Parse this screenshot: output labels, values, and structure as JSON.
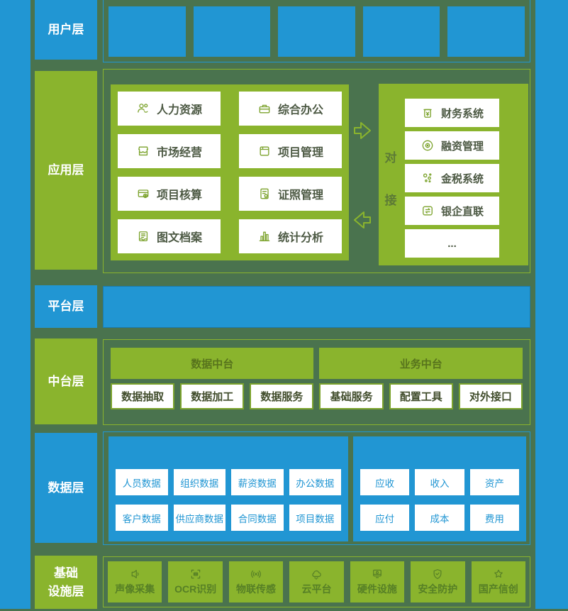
{
  "colors": {
    "blue": "#2196d3",
    "green": "#8ab42d",
    "dark_green": "#4a734e",
    "white": "#ffffff"
  },
  "layers": [
    {
      "id": "user",
      "label": "用户层",
      "box_count": 5
    },
    {
      "id": "app",
      "label": "应用层",
      "modules": [
        {
          "icon": "people-icon",
          "label": "人力资源"
        },
        {
          "icon": "office-icon",
          "label": "综合办公"
        },
        {
          "icon": "market-icon",
          "label": "市场经营"
        },
        {
          "icon": "project-icon",
          "label": "项目管理"
        },
        {
          "icon": "accounting-icon",
          "label": "项目核算"
        },
        {
          "icon": "certificate-icon",
          "label": "证照管理"
        },
        {
          "icon": "archive-icon",
          "label": "图文档案"
        },
        {
          "icon": "chart-icon",
          "label": "统计分析"
        }
      ],
      "docking_label": "对接",
      "external_systems": [
        {
          "icon": "finance-icon",
          "label": "财务系统"
        },
        {
          "icon": "financing-icon",
          "label": "融资管理"
        },
        {
          "icon": "tax-icon",
          "label": "金税系统"
        },
        {
          "icon": "bank-icon",
          "label": "银企直联"
        },
        {
          "icon": "",
          "label": "..."
        }
      ]
    },
    {
      "id": "platform",
      "label": "平台层"
    },
    {
      "id": "mid",
      "label": "中台层",
      "groups": [
        {
          "header": "数据中台",
          "items": [
            "数据抽取",
            "数据加工",
            "数据服务"
          ]
        },
        {
          "header": "业务中台",
          "items": [
            "基础服务",
            "配置工具",
            "对外接口"
          ]
        }
      ]
    },
    {
      "id": "data",
      "label": "数据层",
      "left_items": [
        "人员数据",
        "组织数据",
        "薪资数据",
        "办公数据",
        "客户数据",
        "供应商数据",
        "合同数据",
        "项目数据"
      ],
      "right_items": [
        "应收",
        "收入",
        "资产",
        "应付",
        "成本",
        "费用"
      ]
    },
    {
      "id": "infra",
      "label": "基础\n设施层",
      "items": [
        {
          "icon": "speaker-icon",
          "label": "声像采集"
        },
        {
          "icon": "ocr-icon",
          "label": "OCR识别"
        },
        {
          "icon": "iot-icon",
          "label": "物联传感"
        },
        {
          "icon": "cloud-icon",
          "label": "云平台"
        },
        {
          "icon": "hardware-icon",
          "label": "硬件设施"
        },
        {
          "icon": "security-icon",
          "label": "安全防护"
        },
        {
          "icon": "star-icon",
          "label": "国产信创"
        }
      ]
    }
  ]
}
